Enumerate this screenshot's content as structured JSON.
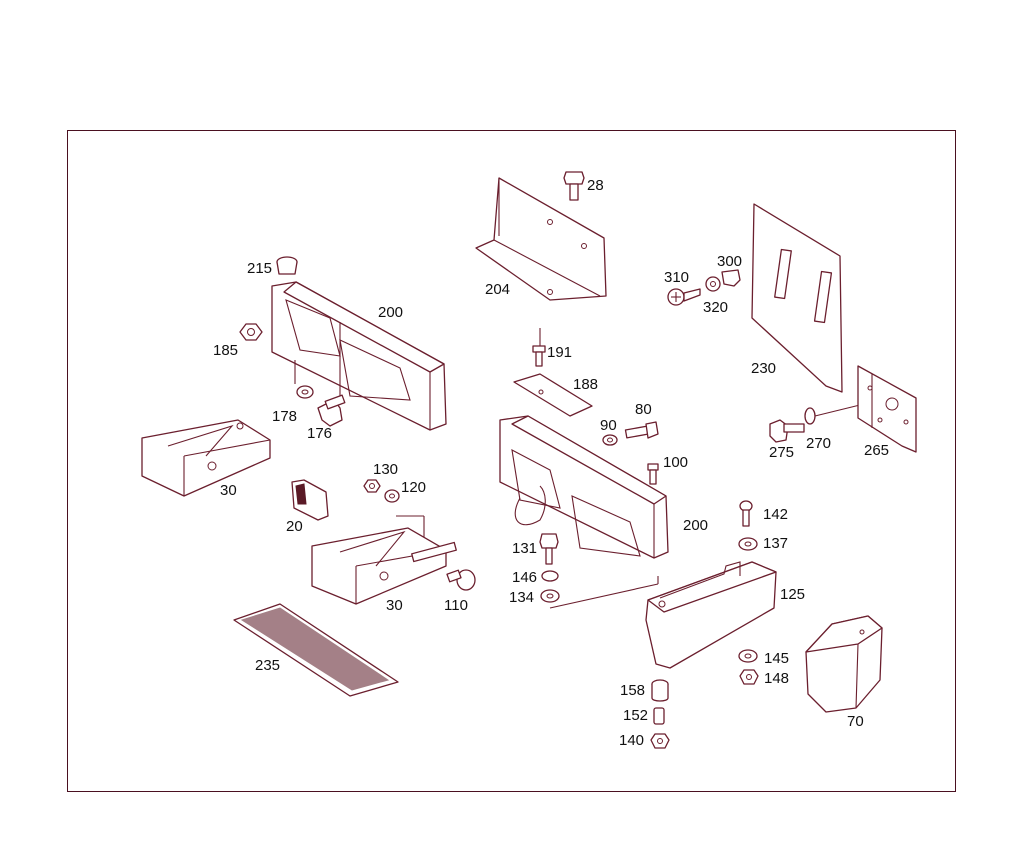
{
  "diagram": {
    "labels": {
      "p28": "28",
      "p204": "204",
      "p300": "300",
      "p310": "310",
      "p320": "320",
      "p230": "230",
      "p215": "215",
      "p200a": "200",
      "p185": "185",
      "p191": "191",
      "p188": "188",
      "p178": "178",
      "p176": "176",
      "p90": "90",
      "p80": "80",
      "p275": "275",
      "p270": "270",
      "p265": "265",
      "p100": "100",
      "p130": "130",
      "p120": "120",
      "p30a": "30",
      "p20": "20",
      "p200b": "200",
      "p142": "142",
      "p137": "137",
      "p131": "131",
      "p146": "146",
      "p134": "134",
      "p125": "125",
      "p30b": "30",
      "p110": "110",
      "p235": "235",
      "p145": "145",
      "p148": "148",
      "p158": "158",
      "p152": "152",
      "p140": "140",
      "p70": "70"
    }
  }
}
